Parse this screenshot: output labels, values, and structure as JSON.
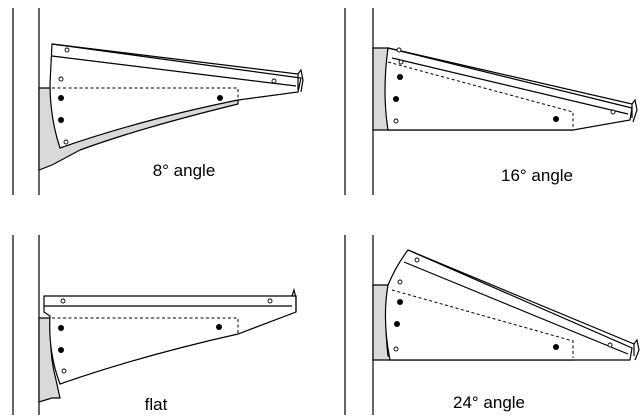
{
  "panels": [
    {
      "id": "8deg",
      "label": "8° angle"
    },
    {
      "id": "16deg",
      "label": "16° angle"
    },
    {
      "id": "flat",
      "label": "flat"
    },
    {
      "id": "24deg",
      "label": "24° angle"
    }
  ],
  "colors": {
    "line": "#000000",
    "bracket_fill": "#d9d9d9",
    "paper": "#ffffff"
  }
}
